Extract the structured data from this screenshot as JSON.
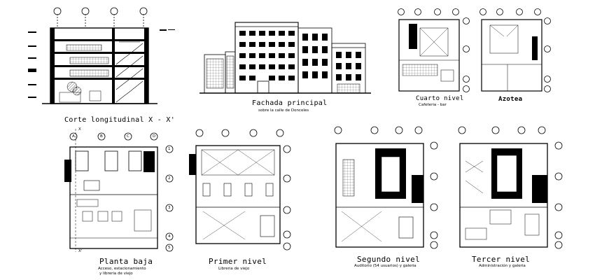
{
  "drawings": {
    "corte": {
      "title": "Corte longitudinal X - X'"
    },
    "fachada": {
      "title": "Fachada principal",
      "subtitle": "sobre la calle de Donceles"
    },
    "cuarto": {
      "title": "Cuarto nivel",
      "subtitle": "Cafeteria - bar"
    },
    "azotea": {
      "title": "Azotea"
    },
    "planta_baja": {
      "title": "Planta baja",
      "subtitle_1": "Acceso, estacionamiento",
      "subtitle_2": "y libreria de viejo"
    },
    "primer": {
      "title": "Primer nivel",
      "subtitle": "Libreria de viejo"
    },
    "segundo": {
      "title": "Segundo nivel",
      "subtitle": "Auditorio (54 usuarios) y galeria"
    },
    "tercer": {
      "title": "Tercer nivel",
      "subtitle": "Administración y galeria"
    }
  },
  "axis_labels": {
    "numbers": [
      "1",
      "2",
      "3",
      "4",
      "5"
    ],
    "letters": [
      "A",
      "B",
      "C",
      "D"
    ],
    "section_mark": "X",
    "section_mark_prime": "X'"
  }
}
